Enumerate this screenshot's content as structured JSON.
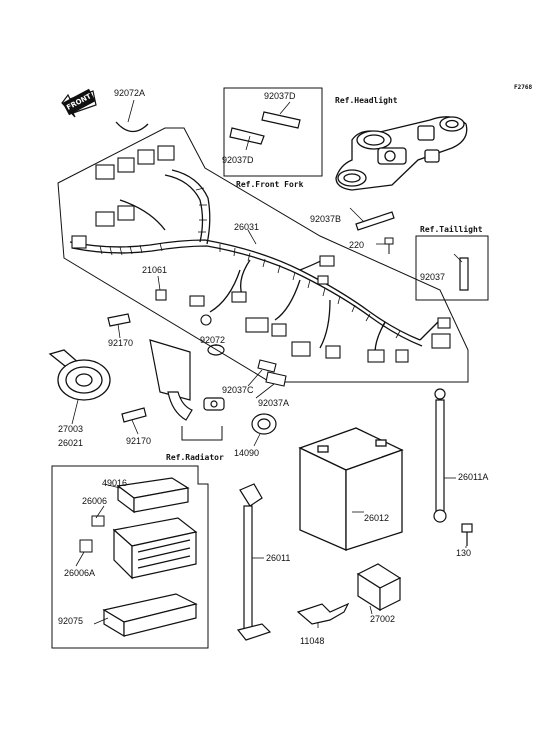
{
  "figure_code": "F2768",
  "front_label": "FRONT",
  "parts": {
    "p92072A": "92072A",
    "p92037D_top": "92037D",
    "p92037D_bottom": "92037D",
    "p92037B": "92037B",
    "p220": "220",
    "p92037": "92037",
    "p26031": "26031",
    "p21061": "21061",
    "p92170_top": "92170",
    "p92072": "92072",
    "p92037C": "92037C",
    "p92037A": "92037A",
    "p27003": "27003",
    "p92170_bottom": "92170",
    "p14090": "14090",
    "p26021": "26021",
    "p49016": "49016",
    "p26006": "26006",
    "p26006A": "26006A",
    "p92075": "92075",
    "p26011": "26011",
    "p26012": "26012",
    "p26011A": "26011A",
    "p130": "130",
    "p27002": "27002",
    "p11048": "11048"
  },
  "refs": {
    "headlight": "Ref.Headlight",
    "front_fork": "Ref.Front Fork",
    "taillight": "Ref.Taillight",
    "radiator": "Ref.Radiator"
  }
}
